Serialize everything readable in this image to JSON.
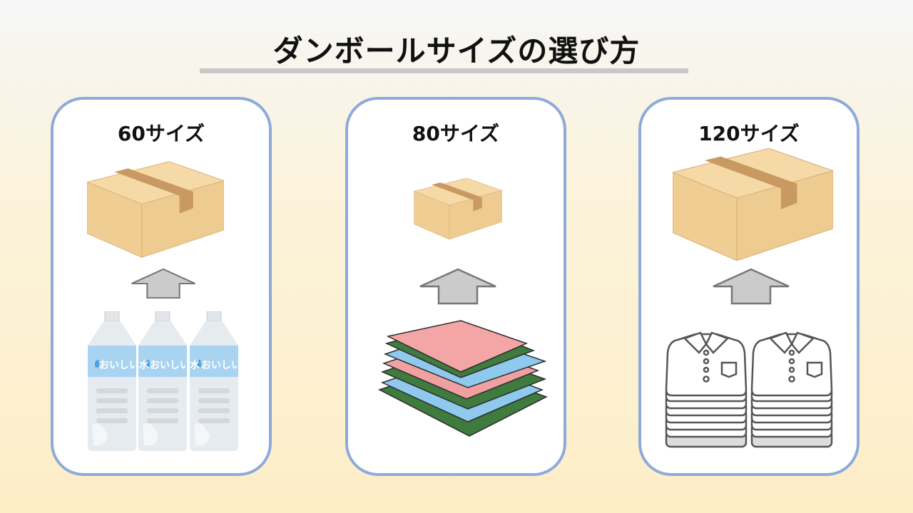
{
  "title": "ダンボールサイズの選び方",
  "cards": [
    {
      "label": "60サイズ",
      "item": "water-bottles",
      "bottle_label": "おいしい水"
    },
    {
      "label": "80サイズ",
      "item": "books"
    },
    {
      "label": "120サイズ",
      "item": "shirts"
    }
  ],
  "colors": {
    "card_border": "#8eaadb",
    "box": "#f0cd93",
    "tape": "#c89a62",
    "arrow": "#c8c8c8"
  }
}
